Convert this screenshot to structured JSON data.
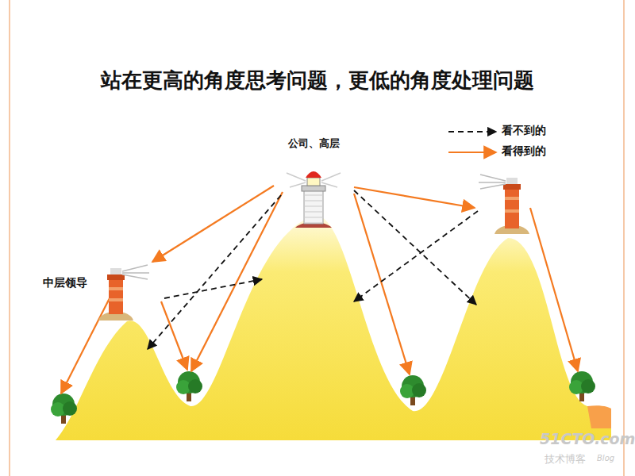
{
  "diagram": {
    "title": "站在更高的角度思考问题，更低的角度处理问题",
    "nodes": [
      {
        "text": [
          "公司、高层"
        ]
      },
      {
        "text": [
          "中层领导"
        ]
      }
    ],
    "edges": [
      {
        "from": 0,
        "to": 1,
        "arrow": "to"
      }
    ],
    "labels": [
      "51CTO.com",
      "技术博客",
      "Blog"
    ],
    "legend": [
      {
        "text": "看不到的"
      },
      {
        "text": "看得到的"
      }
    ]
  }
}
